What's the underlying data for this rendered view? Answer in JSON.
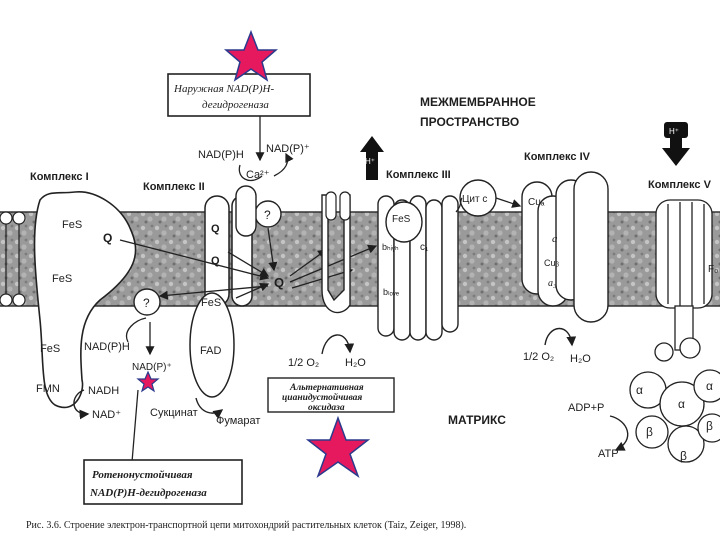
{
  "labels": {
    "external_box_l1": "Наружная NAD(P)H-",
    "external_box_l2": "дегидрогеназа",
    "nadph_top": "NAD(P)H",
    "nadp_top": "NAD(P)⁺",
    "ca": "Ca²⁺",
    "intermembrane_l1": "МЕЖМЕМБРАННОЕ",
    "intermembrane_l2": "ПРОСТРАНСТВО",
    "complex1": "Комплекс I",
    "complex2": "Комплекс II",
    "complex3": "Комплекс III",
    "complex4": "Комплекс IV",
    "complex5": "Комплекс V",
    "hplus": "H⁺",
    "cyt_c": "Цит c",
    "fes": "FeS",
    "q": "Q",
    "fad": "FAD",
    "fmn": "FMN",
    "nadh": "NADH",
    "nad": "NAD⁺",
    "nadph_low": "NAD(P)H",
    "nadp_low": "NAD(P)⁺",
    "succinate": "Сукцинат",
    "fumarate": "Фумарат",
    "half_o2_a": "1/2 O₂",
    "h2o_a": "H₂O",
    "half_o2_b": "1/2 O₂",
    "h2o_b": "H₂O",
    "alt_ox_l1": "Альтернативная",
    "alt_ox_l2": "цианидустойчивая",
    "alt_ox_l3": "оксидаза",
    "matrix": "МАТРИКС",
    "rot_l1": "Ротенонустойчивая",
    "rot_l2": "NAD(P)H-дегидрогеназа",
    "adp": "ADP+P",
    "atp": "ATP",
    "cua": "Cuₐ",
    "a": "a",
    "cub": "Cuᵦ",
    "a3": "a₃",
    "bhigh": "bₕᵢᵧₕ",
    "blow": "bₗₒᵥₑ",
    "c1": "c₁",
    "alpha": "α",
    "beta": "β",
    "question": "?",
    "fo": "F₀",
    "caption": "Рис. 3.6. Строение электрон-транспортной цепи митохондрий растительных клеток (Taiz, Zeiger, 1998)."
  },
  "colors": {
    "star_fill": "#e6195f",
    "star_stroke": "#2b3a8c",
    "membrane": "#8e8e8e"
  }
}
